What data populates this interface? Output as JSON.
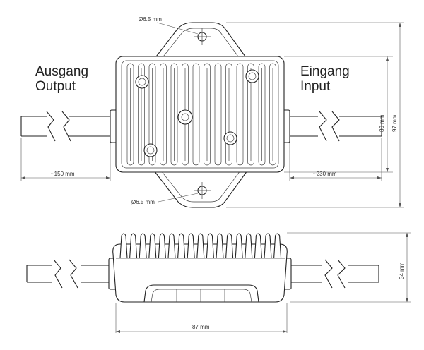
{
  "labels": {
    "output_de": "Ausgang",
    "output_en": "Output",
    "input_de": "Eingang",
    "input_en": "Input"
  },
  "dimensions": {
    "hole_top": "Ø6.5 mm",
    "hole_bottom": "Ø6.5 mm",
    "left_cable": "~150 mm",
    "right_cable": "~230 mm",
    "inner_height": "80 mm",
    "total_height": "97 mm",
    "side_height": "34 mm",
    "width": "87 mm"
  }
}
